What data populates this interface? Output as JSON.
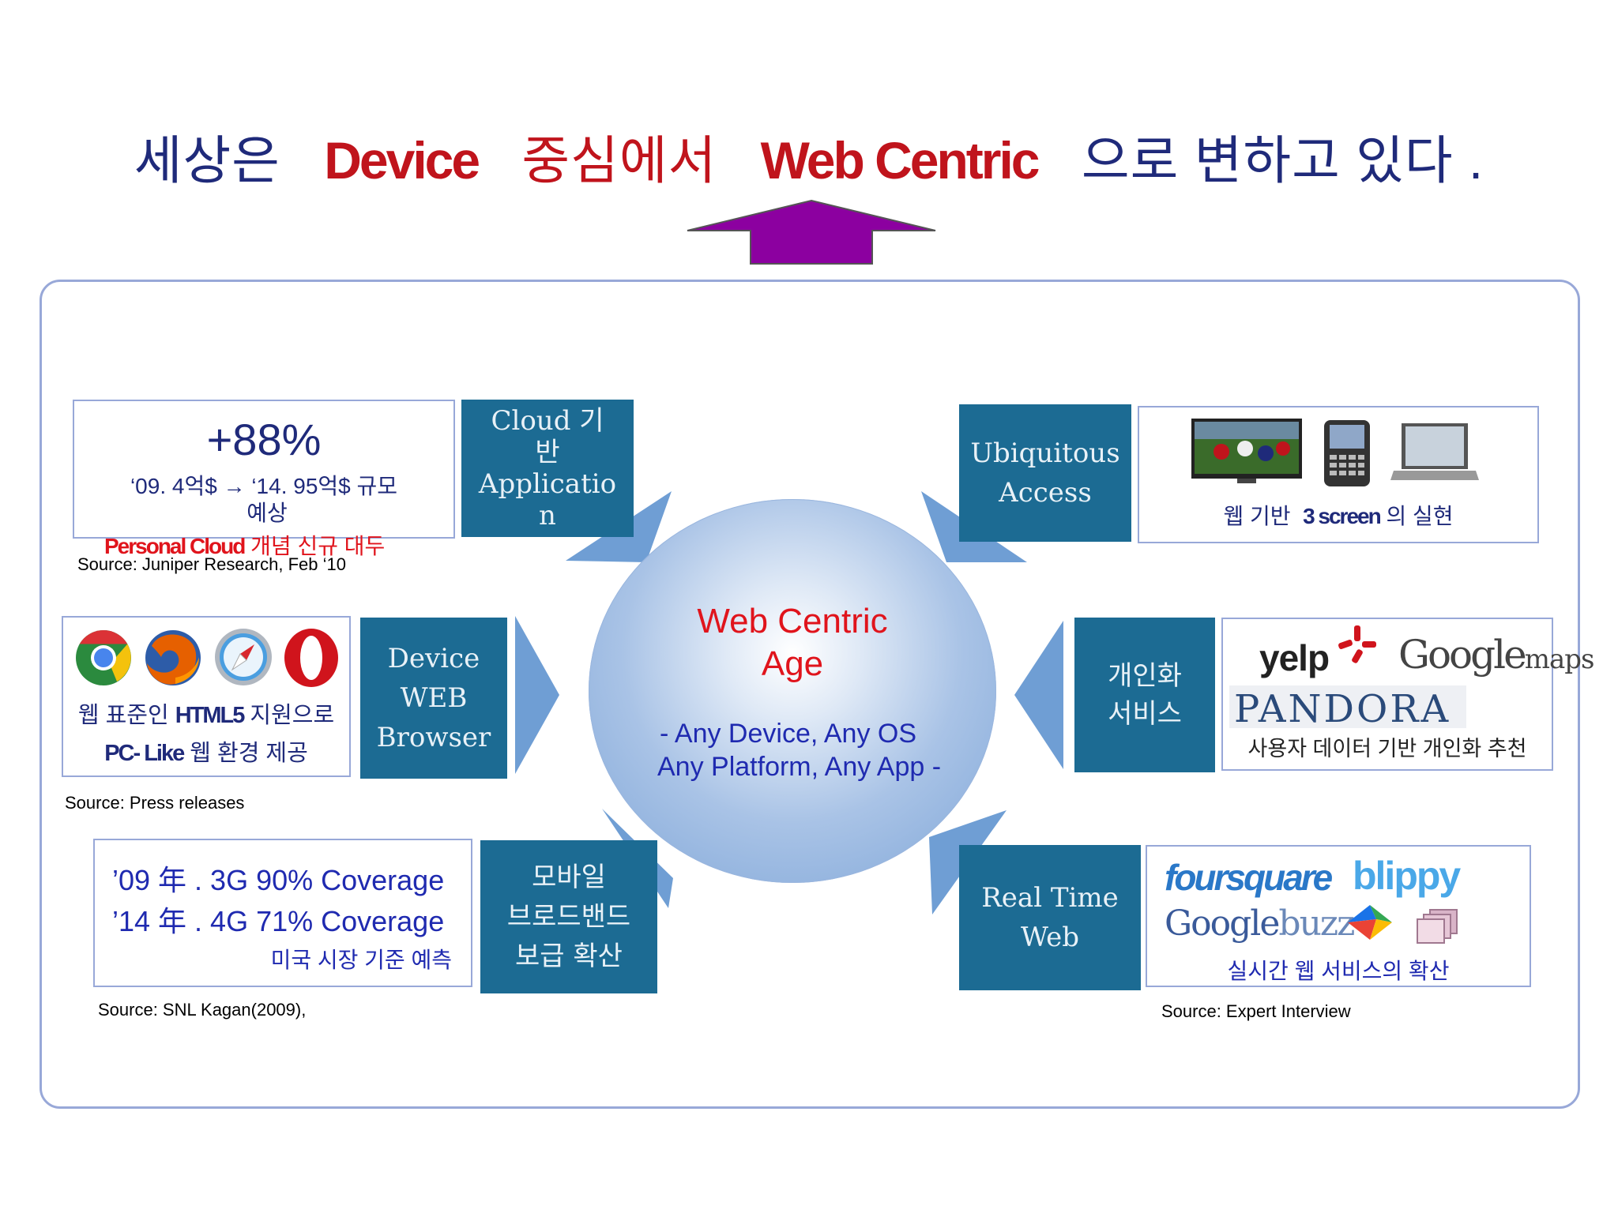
{
  "title": {
    "part1": "세상은",
    "part2": "Device",
    "part3": "중심에서",
    "part4": "Web Centric",
    "part5": "으로 변하고 있다 ."
  },
  "center": {
    "title_line1": "Web Centric",
    "title_line2": "Age",
    "sub_line1": "- Any Device, Any OS",
    "sub_line2": "Any Platform, Any App -"
  },
  "cloud": {
    "label_line1": "Cloud 기",
    "label_line2": "반",
    "label_line3": "Applicatio",
    "label_line4": "n",
    "stat": "+88%",
    "detail_line1": "‘09. 4억$ → ‘14. 95억$ 규모",
    "detail_line2": "예상",
    "highlight_en": "Personal Cloud",
    "highlight_ko": "개념 신규 대두",
    "source": "Source: Juniper Research, Feb ‘10"
  },
  "ubiquitous": {
    "label_line1": "Ubiquitous",
    "label_line2": "Access",
    "caption_ko1": "웹 기반",
    "caption_en": "3 screen",
    "caption_ko2": "의 실현"
  },
  "browser": {
    "label_line1": "Device",
    "label_line2": "WEB",
    "label_line3": "Browser",
    "line1_ko1": "웹 표준인",
    "line1_en": "HTML5",
    "line1_ko2": "지원으로",
    "line2_en": "PC- Like",
    "line2_ko": "웹 환경 제공",
    "source": "Source: Press releases"
  },
  "personal": {
    "label_line1": "개인화",
    "label_line2": "서비스",
    "logo_yelp": "yelp",
    "logo_google": "Google",
    "logo_maps": "maps",
    "logo_pandora": "PANDORA",
    "caption": "사용자 데이터 기반 개인화 추천"
  },
  "mobile": {
    "label_line1": "모바일",
    "label_line2": "브로드밴드",
    "label_line3": "보급 확산",
    "line1": "’09 年 . 3G 90% Coverage",
    "line2": "’14 年 . 4G 71% Coverage",
    "line3": "미국 시장 기준 예측",
    "source": "Source: SNL Kagan(2009),"
  },
  "realtime": {
    "label_line1": "Real Time",
    "label_line2": "Web",
    "logo_foursquare": "foursquare",
    "logo_blippy": "blippy",
    "logo_google": "Google",
    "logo_buzz": "buzz",
    "caption": "실시간 웹 서비스의 확산",
    "source": "Source: Expert Interview"
  },
  "colors": {
    "navy": "#1f2a7a",
    "red": "#c0141c",
    "teal": "#1c6b93",
    "arrow_up": "#8c00a0",
    "arrow_blue": "#6f9ed4"
  }
}
